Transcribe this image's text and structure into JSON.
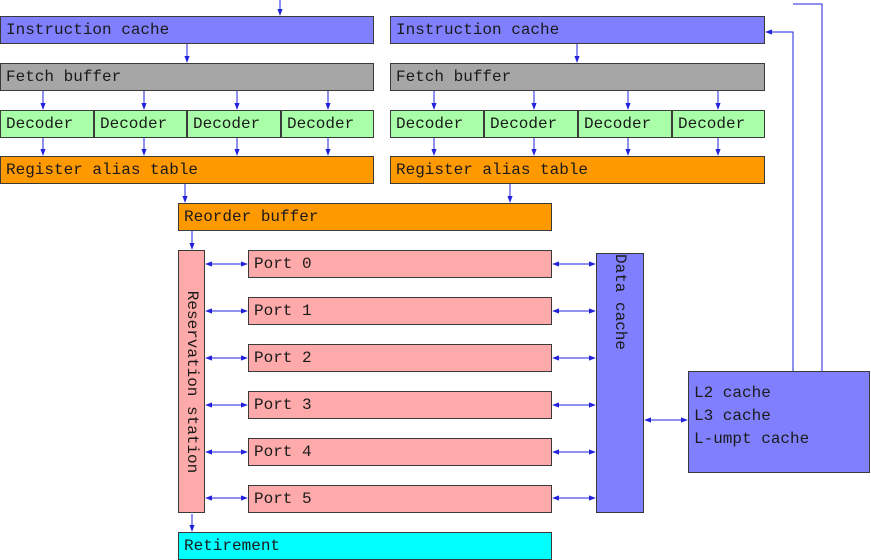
{
  "blocks": {
    "icache_left": "Instruction cache",
    "icache_right": "Instruction cache",
    "fetch_left": "Fetch buffer",
    "fetch_right": "Fetch buffer",
    "decoder": "Decoder",
    "rat_left": "Register alias table",
    "rat_right": "Register alias table",
    "reorder_buffer": "Reorder buffer",
    "reservation_station": "Reservation station",
    "ports": [
      "Port 0",
      "Port 1",
      "Port 2",
      "Port 3",
      "Port 4",
      "Port 5"
    ],
    "data_cache": "Data cache",
    "outer_caches": [
      "L2 cache",
      "L3 cache",
      "L-umpt cache"
    ],
    "retirement": "Retirement"
  },
  "colors": {
    "cache": "#8080ff",
    "fetch": "#a6a6a6",
    "decoder": "#a8ffa8",
    "rename": "#ff9900",
    "port": "#ffaaaa",
    "retire": "#00ffff",
    "arrow": "#2222dd"
  }
}
